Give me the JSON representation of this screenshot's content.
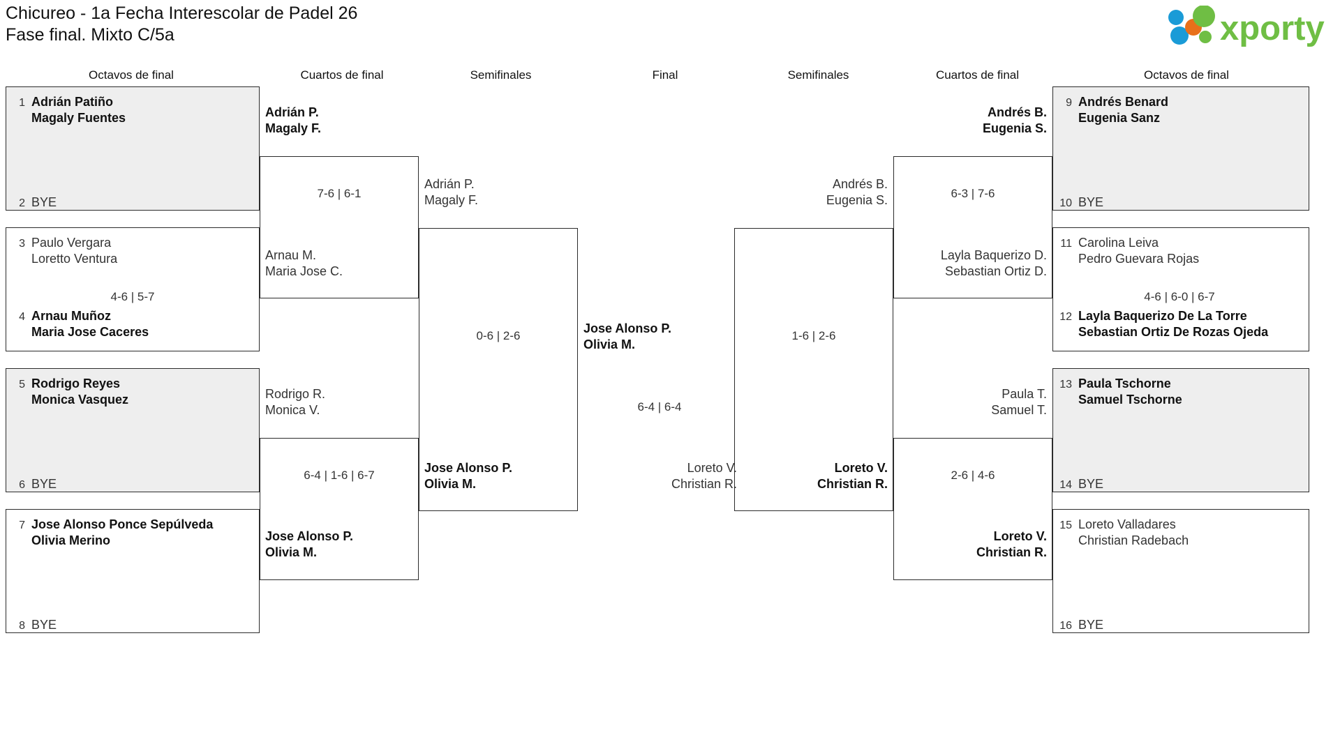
{
  "header": {
    "title": "Chicureo - 1a Fecha Interescolar de Padel 26\nFase final. Mixto C/5a",
    "logo_text": "xporty",
    "logo_colors": {
      "green": "#6fbe44",
      "orange": "#e8701a",
      "blue": "#1a9bd7"
    }
  },
  "round_headers": {
    "left_r16": "Octavos de final",
    "left_qf": "Cuartos de final",
    "left_sf": "Semifinales",
    "final": "Final",
    "right_sf": "Semifinales",
    "right_qf": "Cuartos de final",
    "right_r16": "Octavos de final"
  },
  "bracket": {
    "left_r16": [
      {
        "seed": "1",
        "names": "Adrián Patiño\nMagaly Fuentes",
        "winner": true
      },
      {
        "seed": "2",
        "names": "BYE",
        "winner": false
      },
      {
        "seed": "3",
        "names": "Paulo Vergara\nLoretto Ventura",
        "winner": false
      },
      {
        "seed": "4",
        "names": "Arnau Muñoz\nMaria Jose Caceres",
        "winner": true
      },
      {
        "seed": "5",
        "names": "Rodrigo Reyes\nMonica Vasquez",
        "winner": true
      },
      {
        "seed": "6",
        "names": "BYE",
        "winner": false
      },
      {
        "seed": "7",
        "names": "Jose Alonso Ponce Sepúlveda\nOlivia Merino",
        "winner": true
      },
      {
        "seed": "8",
        "names": "BYE",
        "winner": false
      }
    ],
    "left_r16_scores": [
      "",
      "4-6 | 5-7",
      "",
      ""
    ],
    "left_qf": [
      {
        "names": "Adrián P.\nMagaly F.",
        "winner": true
      },
      {
        "names": "Arnau M.\nMaria Jose C.",
        "winner": false
      },
      {
        "names": "Rodrigo R.\nMonica V.",
        "winner": false
      },
      {
        "names": "Jose Alonso P.\nOlivia M.",
        "winner": true
      }
    ],
    "left_qf_scores": [
      "7-6 | 6-1",
      "6-4 | 1-6 | 6-7"
    ],
    "left_sf": [
      {
        "names": "Adrián P.\nMagaly F.",
        "winner": false
      },
      {
        "names": "Jose Alonso P.\nOlivia M.",
        "winner": true
      }
    ],
    "left_sf_score": "0-6 | 2-6",
    "final": [
      {
        "names": "Jose Alonso P.\nOlivia M.",
        "winner": true
      },
      {
        "names": "Loreto V.\nChristian R.",
        "winner": false
      }
    ],
    "final_score": "6-4 | 6-4",
    "right_sf": [
      {
        "names": "Andrés B.\nEugenia S.",
        "winner": false
      },
      {
        "names": "Loreto V.\nChristian R.",
        "winner": true
      }
    ],
    "right_sf_score": "1-6 | 2-6",
    "right_qf": [
      {
        "names": "Andrés B.\nEugenia S.",
        "winner": true
      },
      {
        "names": "Layla Baquerizo D.\nSebastian Ortiz D.",
        "winner": false
      },
      {
        "names": "Paula T.\nSamuel T.",
        "winner": false
      },
      {
        "names": "Loreto V.\nChristian R.",
        "winner": true
      }
    ],
    "right_qf_scores": [
      "6-3 | 7-6",
      "2-6 | 4-6"
    ],
    "right_r16": [
      {
        "seed": "9",
        "names": "Andrés Benard\nEugenia Sanz",
        "winner": true
      },
      {
        "seed": "10",
        "names": "BYE",
        "winner": false
      },
      {
        "seed": "11",
        "names": "Carolina Leiva\nPedro Guevara Rojas",
        "winner": false
      },
      {
        "seed": "12",
        "names": "Layla Baquerizo De La Torre\nSebastian Ortiz De Rozas Ojeda",
        "winner": true
      },
      {
        "seed": "13",
        "names": "Paula Tschorne\nSamuel Tschorne",
        "winner": true
      },
      {
        "seed": "14",
        "names": "BYE",
        "winner": false
      },
      {
        "seed": "15",
        "names": "Loreto Valladares\nChristian Radebach",
        "winner": false
      },
      {
        "seed": "16",
        "names": "BYE",
        "winner": false
      }
    ],
    "right_r16_scores": [
      "",
      "4-6 | 6-0 | 6-7",
      "",
      ""
    ]
  }
}
